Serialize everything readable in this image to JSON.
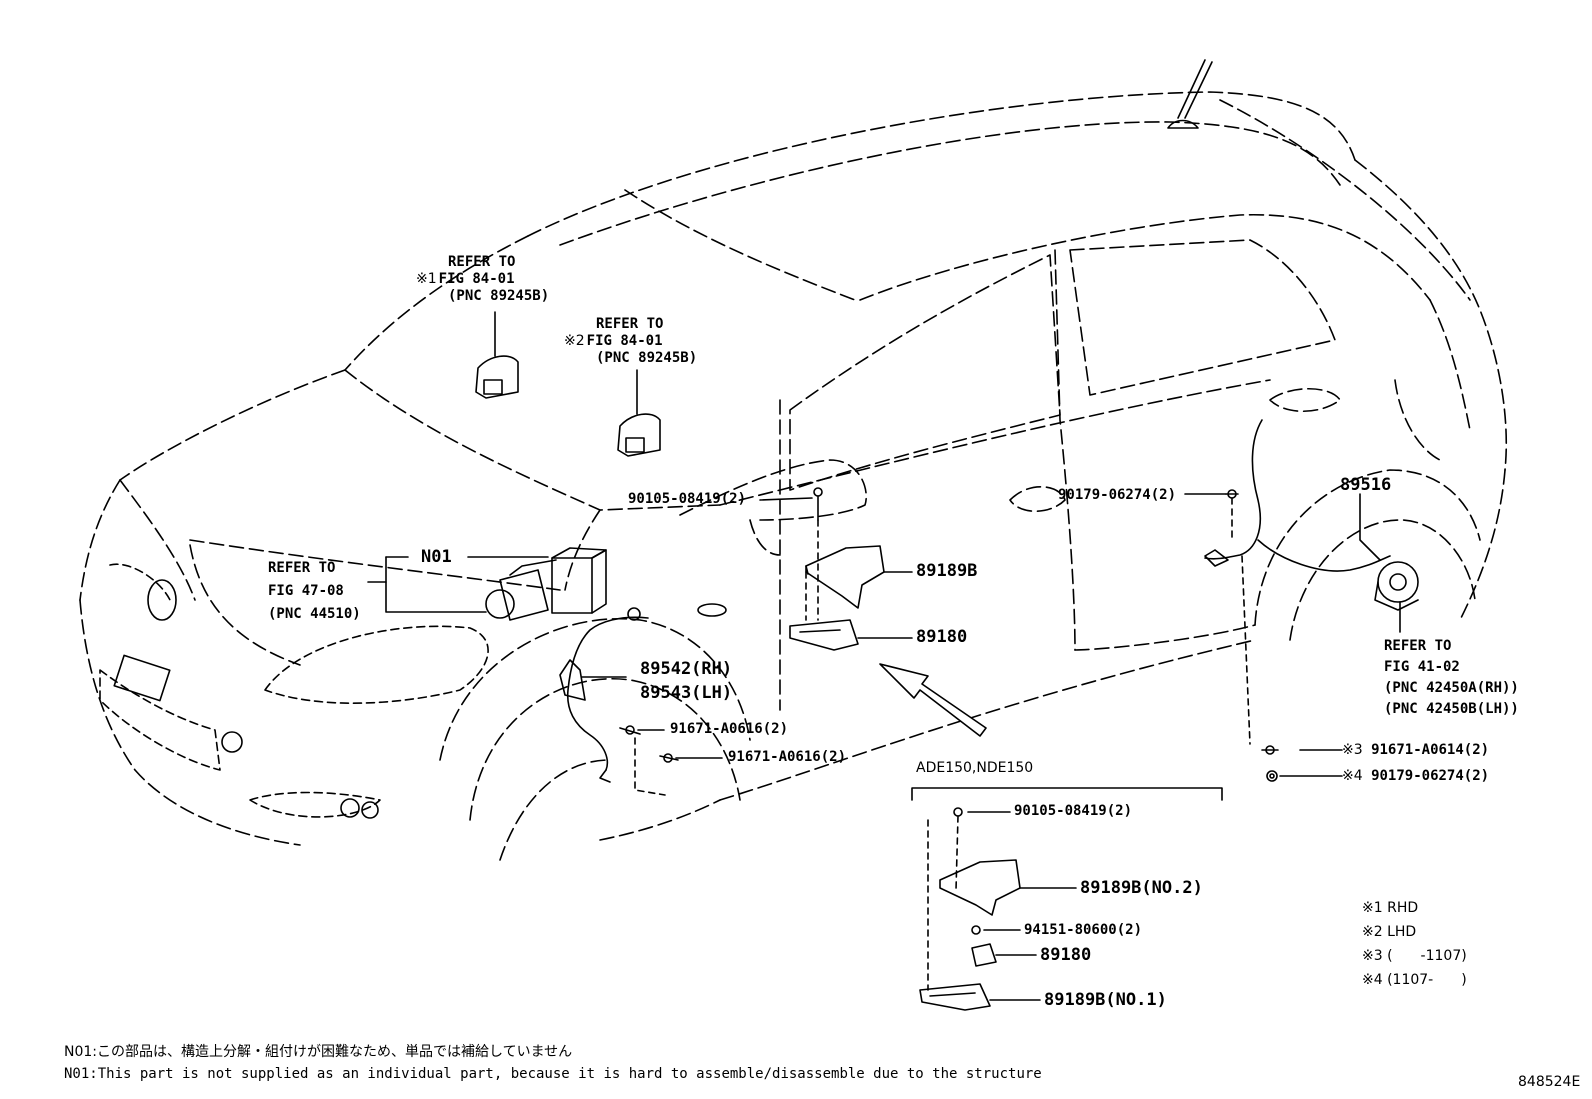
{
  "callouts": {
    "refer_84_01_rhd": {
      "mark": "※1",
      "lines": [
        "REFER TO",
        "FIG 84-01",
        "(PNC 89245B)"
      ]
    },
    "refer_84_01_lhd": {
      "mark": "※2",
      "lines": [
        "REFER TO",
        "FIG 84-01",
        "(PNC 89245B)"
      ]
    },
    "refer_47_08": {
      "lines": [
        "REFER TO",
        "FIG 47-08",
        "(PNC 44510)"
      ]
    },
    "refer_41_02": {
      "lines": [
        "REFER TO",
        "FIG 41-02",
        "(PNC 42450A(RH))",
        "(PNC 42450B(LH))"
      ]
    }
  },
  "parts": {
    "n01": "N01",
    "p90105_a": "90105-08419(2)",
    "p90179_a": "90179-06274(2)",
    "p89516": "89516",
    "p89189b": "89189B",
    "p89180": "89180",
    "p89542": "89542(RH)",
    "p89543": "89543(LH)",
    "p91671_a": "91671-A0616(2)",
    "p91671_b": "91671-A0616(2)",
    "p91671_c": "91671-A0614(2)",
    "p90179_b": "90179-06274(2)",
    "mark3": "※3",
    "mark4": "※4"
  },
  "inset": {
    "title": "ADE150,NDE150",
    "p90105": "90105-08419(2)",
    "p89189b_no2": "89189B(NO.2)",
    "p94151": "94151-80600(2)",
    "p89180": "89180",
    "p89189b_no1": "89189B(NO.1)"
  },
  "legend": [
    {
      "mark": "※1",
      "text": "RHD"
    },
    {
      "mark": "※2",
      "text": "LHD"
    },
    {
      "mark": "※3",
      "text": "(　　-1107)"
    },
    {
      "mark": "※4",
      "text": "(1107-　　)"
    }
  ],
  "footnotes": {
    "ja": "N01:この部品は、構造上分解・組付けが困難なため、単品では補給していません",
    "en": "N01:This part is not supplied as an individual part, because it is hard to assemble/disassemble due to the structure"
  },
  "figure_id": "848524E"
}
